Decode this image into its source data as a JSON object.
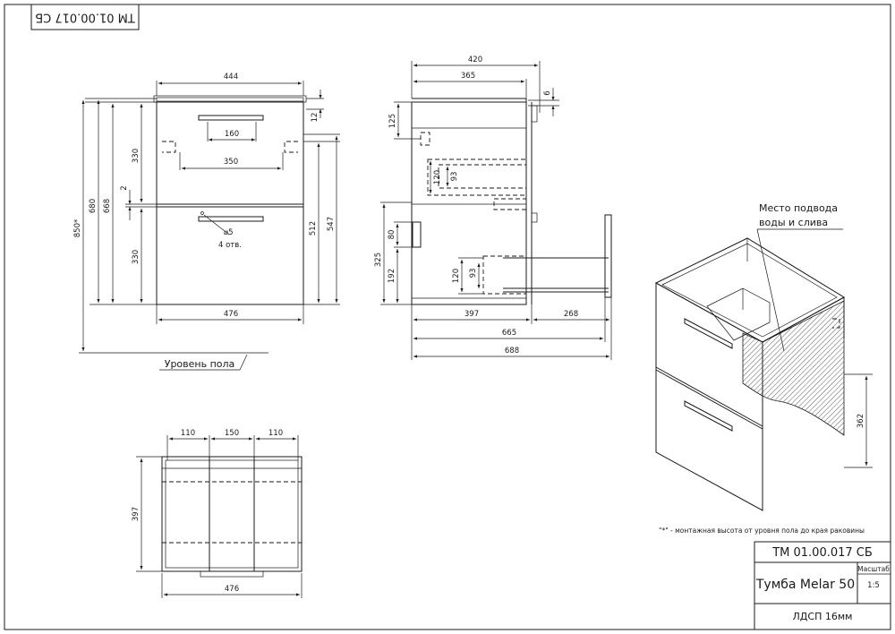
{
  "doc_code": "ТМ 01.00.017 СБ",
  "doc_code_rotated": "ТМ 01.00.017 СБ",
  "product_name": "Тумба Melar 50",
  "scale_label": "Масштаб",
  "scale_value": "1:5",
  "material": "ЛДСП 16мм",
  "floor_level": "Уровень пола",
  "note": "\"*\" - монтажная высота от уровня пола до края раковины",
  "callout_line1": "Место подвода",
  "callout_line2": "воды и слива",
  "holes_label": "4 отв.",
  "hole_dia": "⌀5",
  "front_view": {
    "d444": "444",
    "d160": "160",
    "d350": "350",
    "d476": "476",
    "d12": "12",
    "d330a": "330",
    "d330b": "330",
    "d2": "2",
    "d668": "668",
    "d680": "680",
    "d850": "850*",
    "d512": "512",
    "d547": "547"
  },
  "side_view": {
    "d420": "420",
    "d365": "365",
    "d6": "6",
    "d125": "125",
    "d120a": "120",
    "d93a": "93",
    "d80": "80",
    "d325": "325",
    "d192": "192",
    "d120b": "120",
    "d93b": "93",
    "d397": "397",
    "d268": "268",
    "d665": "665",
    "d688": "688"
  },
  "top_view": {
    "d110a": "110",
    "d150": "150",
    "d110b": "110",
    "d397": "397",
    "d476": "476"
  },
  "iso_view": {
    "d362": "362"
  }
}
